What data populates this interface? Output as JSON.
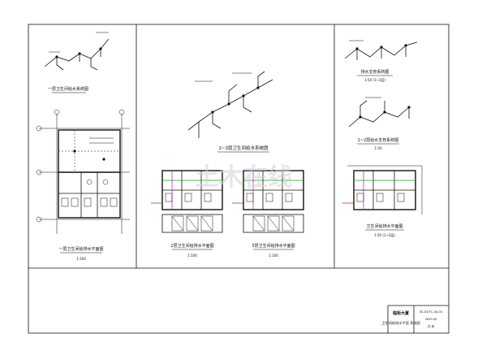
{
  "drawing": {
    "left_panel": {
      "iso_title": "一层卫生间给水系统图",
      "plan_title": "一层卫生间给排水平面图",
      "plan_scale": "1:100"
    },
    "middle_panel": {
      "iso_title": "2~3层卫生间给水系统图",
      "plan_a_title": "2层卫生间给排水平面图",
      "plan_a_scale": "1:100",
      "plan_b_title": "3层卫生间给排水平面图",
      "plan_b_scale": "1:100"
    },
    "right_panel": {
      "iso_a_title": "排水支管系统图",
      "iso_a_scale": "1:50 (1~2层)",
      "iso_b_title": "1~2层给水支管系统图",
      "iso_b_scale": "1:50",
      "plan_title": "卫生间给排水平面图",
      "plan_scale": "1:50 (1~2层)"
    },
    "watermark": "土木在线",
    "title_block": {
      "project": "临街大厦",
      "drawing_name": "卫生间给排水平面 系统图",
      "drawing_no": "SS-03/TC-3A-03",
      "date": "2009.05",
      "sheet": "共   张"
    }
  },
  "colors": {
    "line": "#111111",
    "green": "#1e9e1e",
    "magenta": "#c010c0",
    "red": "#d01010"
  }
}
